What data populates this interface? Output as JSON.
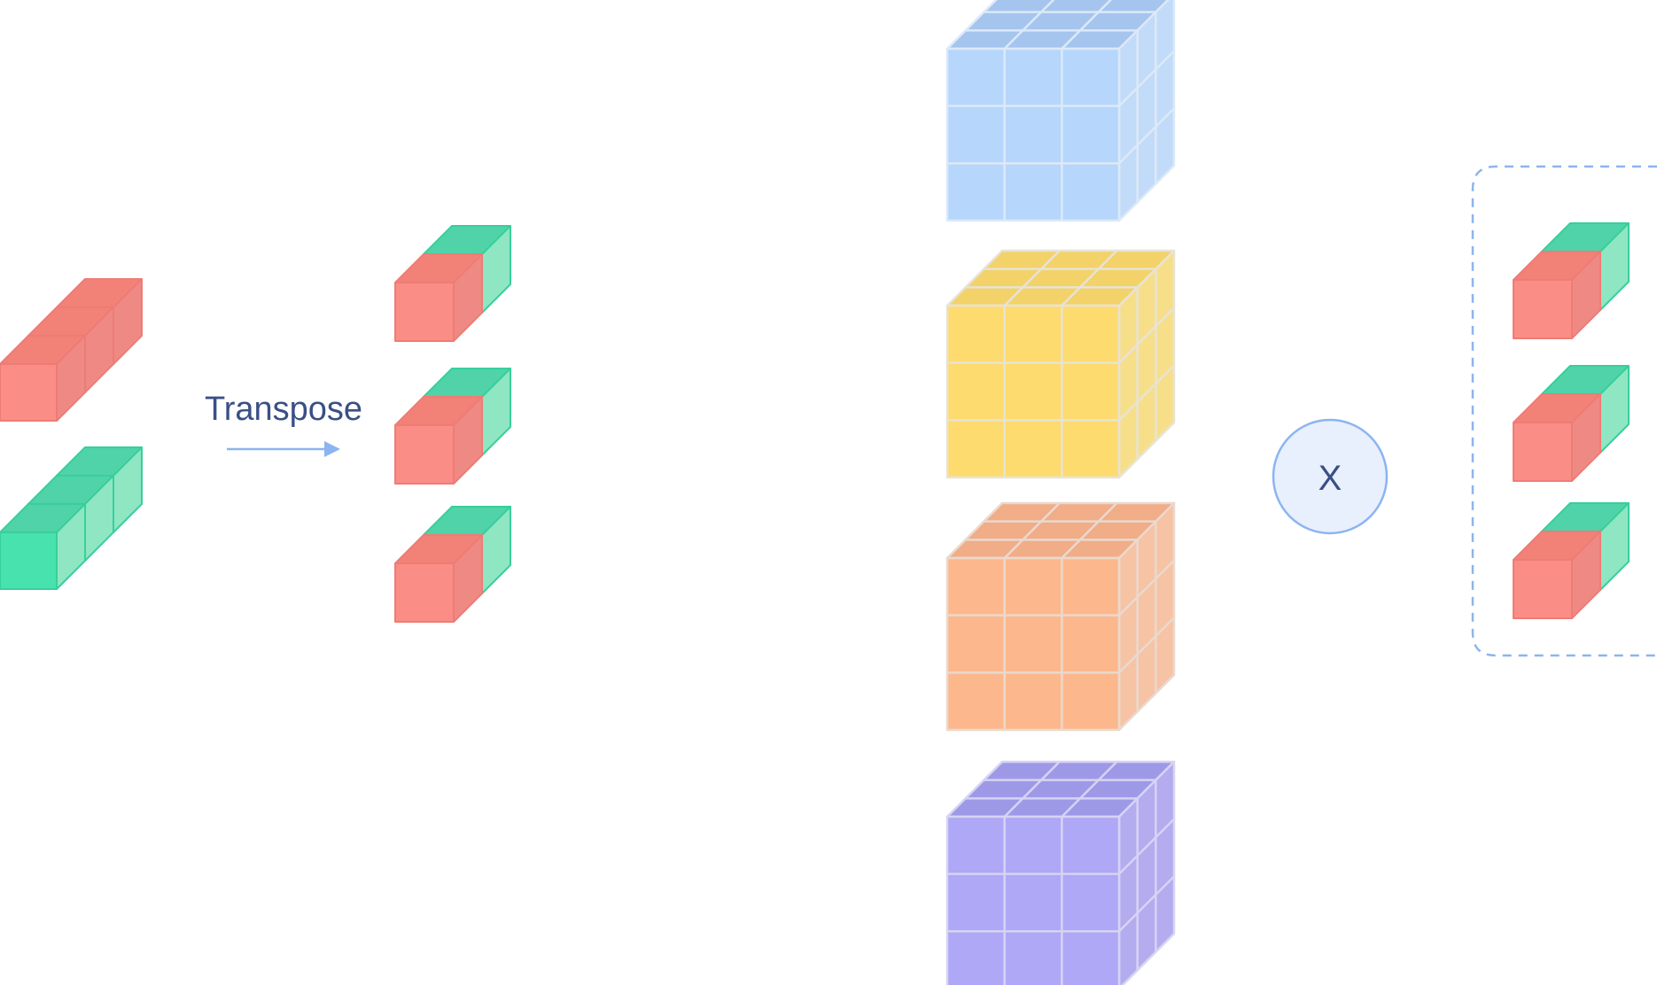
{
  "labels": {
    "transpose": "Transpose",
    "multiply": "X"
  },
  "palette": {
    "red": {
      "front": "#fb8d87",
      "top": "#f28178",
      "side": "#ee8a83",
      "stroke": "#ee7c76"
    },
    "green": {
      "front": "#48e2af",
      "top": "#50d3a9",
      "side": "#8fe6c3",
      "stroke": "#38cf9b"
    },
    "blue": {
      "front": "#b6d6fc",
      "top": "#a5c5ee",
      "side": "#c2dbf8",
      "stroke": "#dce9f8"
    },
    "yellow": {
      "front": "#fddb6f",
      "top": "#f3d26a",
      "side": "#f7df8a",
      "stroke": "#e7e3d6"
    },
    "orange": {
      "front": "#fcb88c",
      "top": "#f0ad87",
      "side": "#f6c3a5",
      "stroke": "#ead9ce"
    },
    "purple": {
      "front": "#aea8f6",
      "top": "#9e99e7",
      "side": "#b3acef",
      "stroke": "#d7d3f3"
    },
    "arrow": "#8cb4f0",
    "circle_fill": "#e8f0fd",
    "circle_stroke": "#8cb4f0",
    "dashed": "#8cb4f0"
  },
  "diagram": {
    "input_vectors": [
      "red",
      "green"
    ],
    "transposed_tokens": 3,
    "cubes": [
      "blue",
      "yellow",
      "orange",
      "purple"
    ],
    "output_tokens": 3
  }
}
